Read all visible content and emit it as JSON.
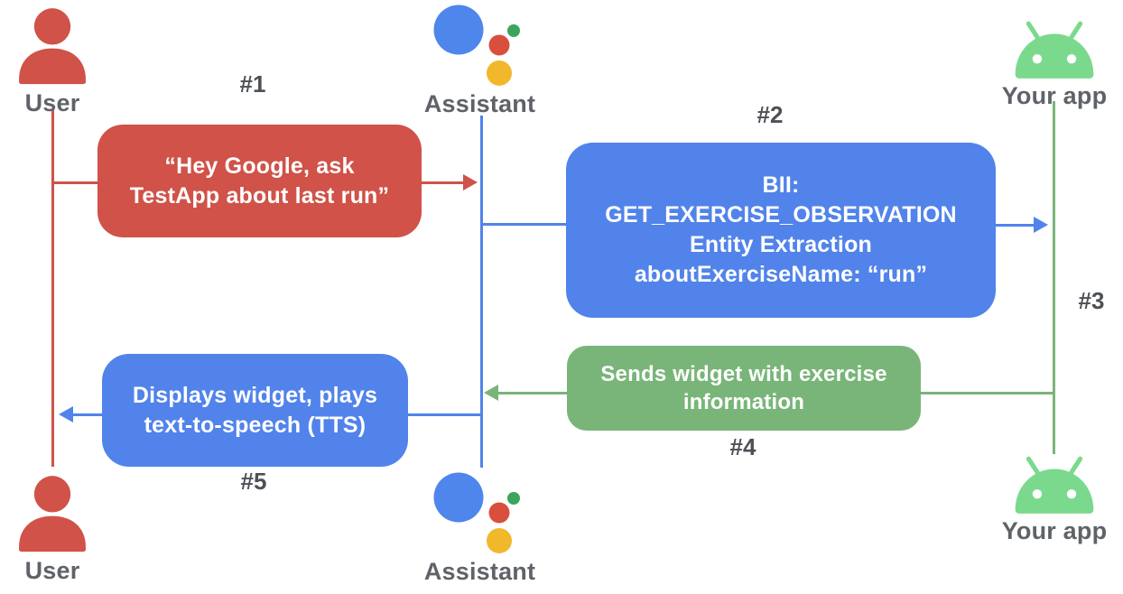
{
  "colors": {
    "red": "#D05248",
    "blue": "#5183EA",
    "green": "#79B579",
    "android_green": "#7BD98E",
    "assistant_blue": "#4E86EC",
    "assistant_red": "#D94F3D",
    "assistant_yellow": "#F2B82B",
    "assistant_green": "#3BA55C",
    "label_gray": "#5F6368",
    "step_gray": "#4D5156",
    "eye_white": "#FFFFFF"
  },
  "actors": {
    "user_top": {
      "label": "User"
    },
    "assistant_top": {
      "label": "Assistant"
    },
    "yourapp_top": {
      "label": "Your app"
    },
    "user_bottom": {
      "label": "User"
    },
    "assistant_bottom": {
      "label": "Assistant"
    },
    "yourapp_bottom": {
      "label": "Your app"
    }
  },
  "steps": {
    "s1": "#1",
    "s2": "#2",
    "s3": "#3",
    "s4": "#4",
    "s5": "#5"
  },
  "messages": {
    "m1": {
      "lines": [
        "“Hey Google, ask",
        "TestApp about last run”"
      ]
    },
    "m2": {
      "lines": [
        "BII:",
        "GET_EXERCISE_OBSERVATION",
        "Entity Extraction",
        "aboutExerciseName: “run”"
      ]
    },
    "m4": {
      "lines": [
        "Sends widget with exercise",
        "information"
      ]
    },
    "m5": {
      "lines": [
        "Displays widget, plays",
        "text-to-speech (TTS)"
      ]
    }
  }
}
